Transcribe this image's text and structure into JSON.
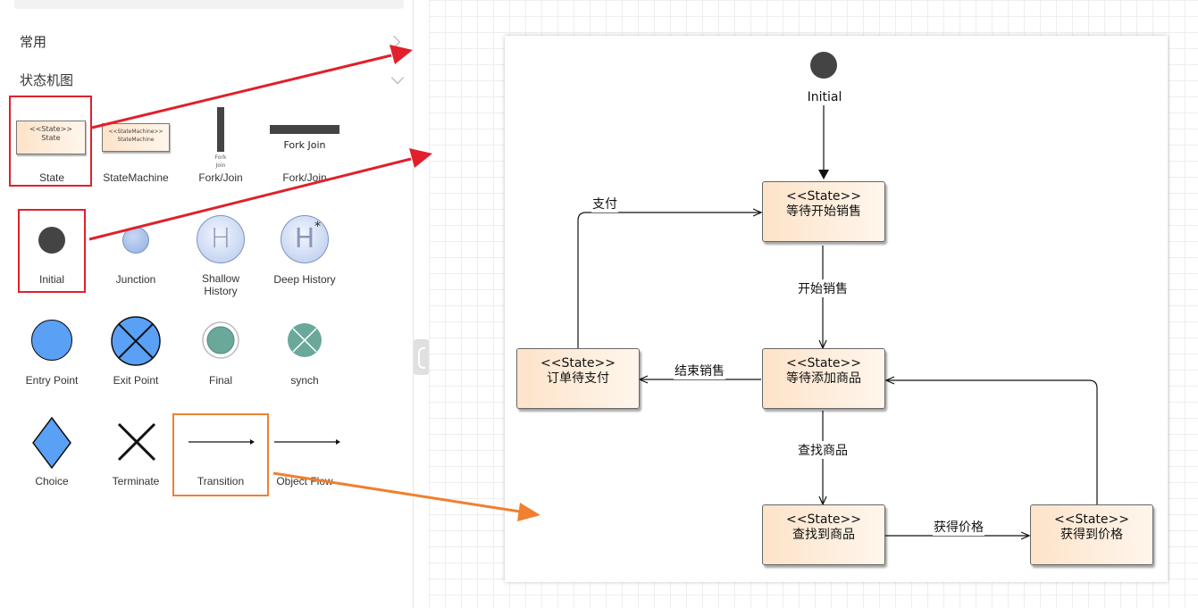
{
  "sidebar": {
    "sections": [
      {
        "label": "常用"
      },
      {
        "label": "状态机图"
      }
    ],
    "shapes": [
      {
        "label": "State",
        "thumb_line1": "<<State>>",
        "thumb_line2": "State"
      },
      {
        "label": "StateMachine",
        "thumb_line1": "<<StateMachine>>",
        "thumb_line2": "StateMachine"
      },
      {
        "label": "Fork/Join",
        "thumb_line1": "Fork",
        "thumb_line2": "Join"
      },
      {
        "label": "Fork/Join",
        "thumb_text": "Fork Join"
      },
      {
        "label": "Initial"
      },
      {
        "label": "Junction"
      },
      {
        "label_line1": "Shallow",
        "label_line2": "History",
        "glyph": "H"
      },
      {
        "label": "Deep History",
        "glyph": "H",
        "superscript": "*"
      },
      {
        "label": "Entry Point"
      },
      {
        "label": "Exit Point"
      },
      {
        "label": "Final"
      },
      {
        "label": "synch"
      },
      {
        "label": "Choice"
      },
      {
        "label": "Terminate"
      },
      {
        "label": "Transition"
      },
      {
        "label": "Object Flow"
      }
    ]
  },
  "diagram": {
    "initial_label": "Initial",
    "stereotype": "<<State>>",
    "states": [
      {
        "id": "s1",
        "name": "等待开始销售"
      },
      {
        "id": "s2",
        "name": "等待添加商品"
      },
      {
        "id": "s3",
        "name": "订单待支付"
      },
      {
        "id": "s4",
        "name": "查找到商品"
      },
      {
        "id": "s5",
        "name": "获得到价格"
      }
    ],
    "transitions": [
      {
        "label": "支付"
      },
      {
        "label": "开始销售"
      },
      {
        "label": "结束销售"
      },
      {
        "label": "查找商品"
      },
      {
        "label": "获得价格"
      }
    ]
  },
  "colors": {
    "highlight_red": "#e0202a",
    "highlight_orange": "#f08030",
    "state_fill_start": "#fde3c9",
    "state_fill_end": "#fff6ec",
    "entry_blue": "#5aa0f5",
    "final_teal": "#6aa89c"
  }
}
